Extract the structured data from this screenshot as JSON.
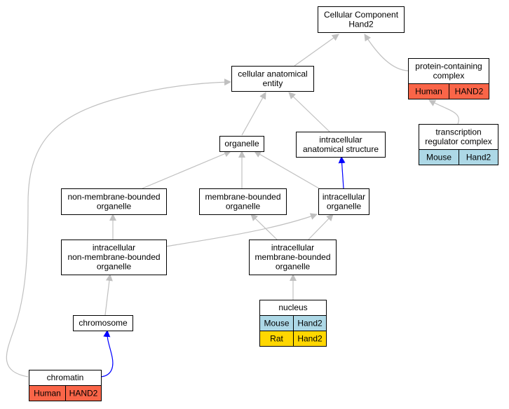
{
  "colors": {
    "edge_gray": "#c0c0c0",
    "edge_blue": "#0000ff",
    "human": "#fa6548",
    "mouse": "#add8e6",
    "rat": "#ffd700"
  },
  "nodes": {
    "cellular_component_hand2": [
      "Cellular Component",
      "Hand2"
    ],
    "cellular_anatomical_entity": [
      "cellular anatomical",
      "entity"
    ],
    "protein_containing_complex": [
      "protein-containing",
      "complex"
    ],
    "organelle": [
      "organelle"
    ],
    "intracellular_anatomical_structure": [
      "intracellular",
      "anatomical structure"
    ],
    "transcription_regulator_complex": [
      "transcription",
      "regulator complex"
    ],
    "non_membrane_bounded_organelle": [
      "non-membrane-bounded",
      "organelle"
    ],
    "membrane_bounded_organelle": [
      "membrane-bounded",
      "organelle"
    ],
    "intracellular_organelle": [
      "intracellular",
      "organelle"
    ],
    "intracellular_non_membrane_bounded_organelle": [
      "intracellular",
      "non-membrane-bounded",
      "organelle"
    ],
    "intracellular_membrane_bounded_organelle": [
      "intracellular",
      "membrane-bounded",
      "organelle"
    ],
    "nucleus": [
      "nucleus"
    ],
    "chromosome": [
      "chromosome"
    ],
    "chromatin": [
      "chromatin"
    ]
  },
  "annotations": {
    "protein_containing_complex": [
      {
        "species": "Human",
        "gene": "HAND2"
      }
    ],
    "transcription_regulator_complex": [
      {
        "species": "Mouse",
        "gene": "Hand2"
      }
    ],
    "nucleus": [
      {
        "species": "Mouse",
        "gene": "Hand2"
      },
      {
        "species": "Rat",
        "gene": "Hand2"
      }
    ],
    "chromatin": [
      {
        "species": "Human",
        "gene": "HAND2"
      }
    ]
  }
}
